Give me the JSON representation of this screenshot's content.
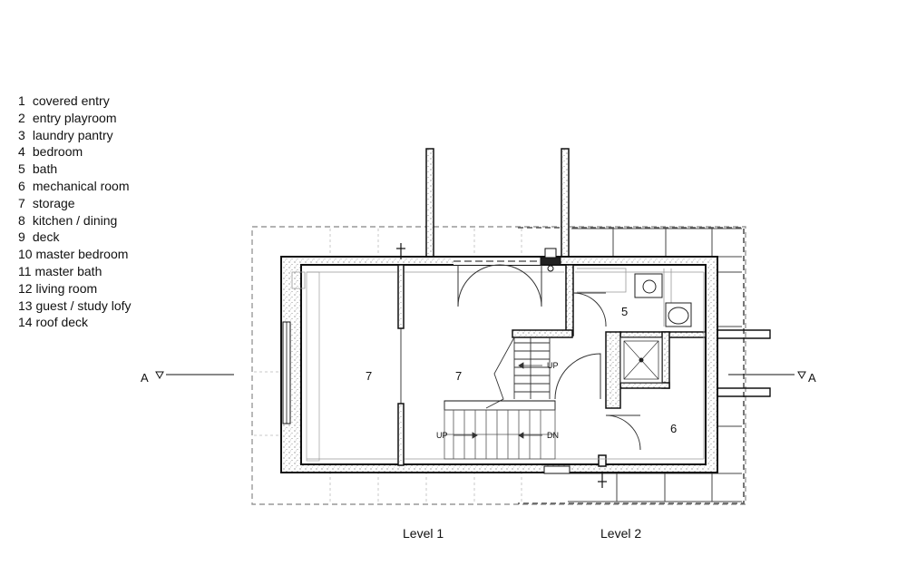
{
  "legend": [
    {
      "num": "1",
      "label": "covered entry"
    },
    {
      "num": "2",
      "label": "entry playroom"
    },
    {
      "num": "3",
      "label": "laundry pantry"
    },
    {
      "num": "4",
      "label": "bedroom"
    },
    {
      "num": "5",
      "label": "bath"
    },
    {
      "num": "6",
      "label": "mechanical room"
    },
    {
      "num": "7",
      "label": "storage"
    },
    {
      "num": "8",
      "label": "kitchen / dining"
    },
    {
      "num": "9",
      "label": "deck"
    },
    {
      "num": "10",
      "label": "master bedroom"
    },
    {
      "num": "11",
      "label": "master bath"
    },
    {
      "num": "12",
      "label": "living room"
    },
    {
      "num": "13",
      "label": "guest / study lofy"
    },
    {
      "num": "14",
      "label": "roof deck"
    }
  ],
  "rooms": {
    "storage_a": "7",
    "storage_b": "7",
    "bath": "5",
    "mechanical": "6"
  },
  "stairs": {
    "up_upper": "UP",
    "up_lower": "UP",
    "down": "DN"
  },
  "section_marks": {
    "left": "A",
    "right": "A"
  },
  "level_labels": {
    "level1": "Level 1",
    "level2": "Level 2"
  }
}
